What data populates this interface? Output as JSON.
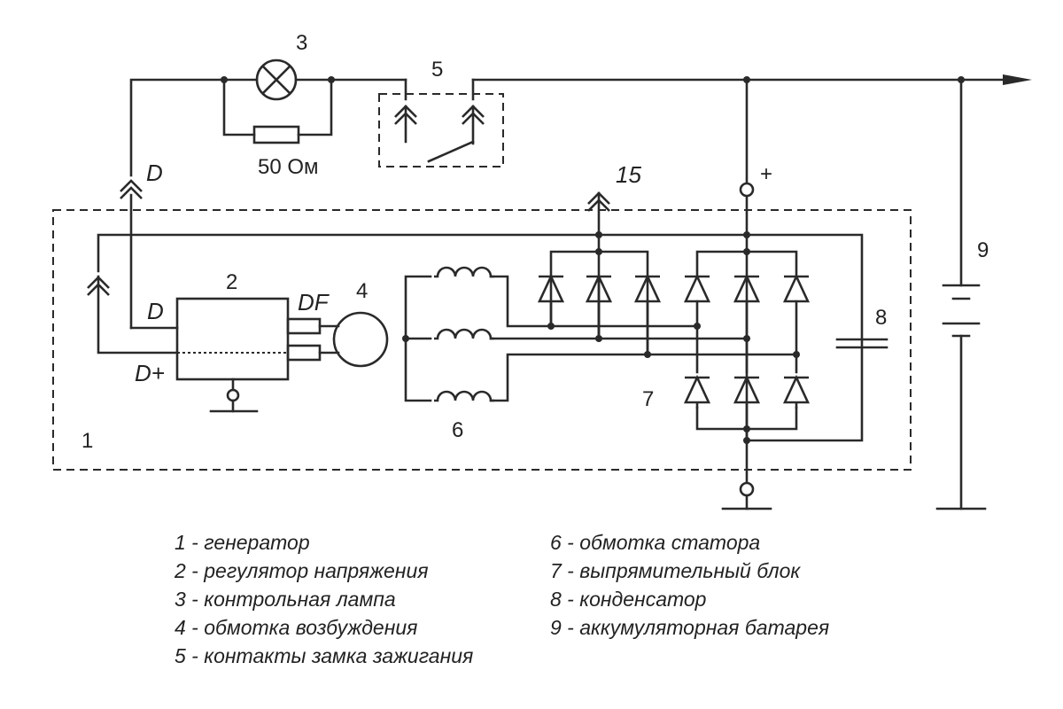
{
  "labels": {
    "generator_num": "1",
    "regulator_num": "2",
    "lamp_num": "3",
    "field_num": "4",
    "switch_num": "5",
    "stator_num": "6",
    "rectifier_num": "7",
    "capacitor_num": "8",
    "battery_num": "9",
    "resistor": "50 Ом",
    "terminal_15": "15",
    "terminal_d_outer": "D",
    "terminal_d_reg": "D",
    "terminal_dplus": "D+",
    "terminal_df": "DF",
    "plus": "+"
  },
  "legend_left": [
    "1 - генератор",
    "2 - регулятор напряжения",
    "3 - контрольная лампа",
    "4 - обмотка возбуждения",
    "5 - контакты замка зажигания"
  ],
  "legend_right": [
    "6 - обмотка статора",
    "7 - выпрямительный блок",
    "8 - конденсатор",
    "9 - аккумуляторная батарея"
  ]
}
